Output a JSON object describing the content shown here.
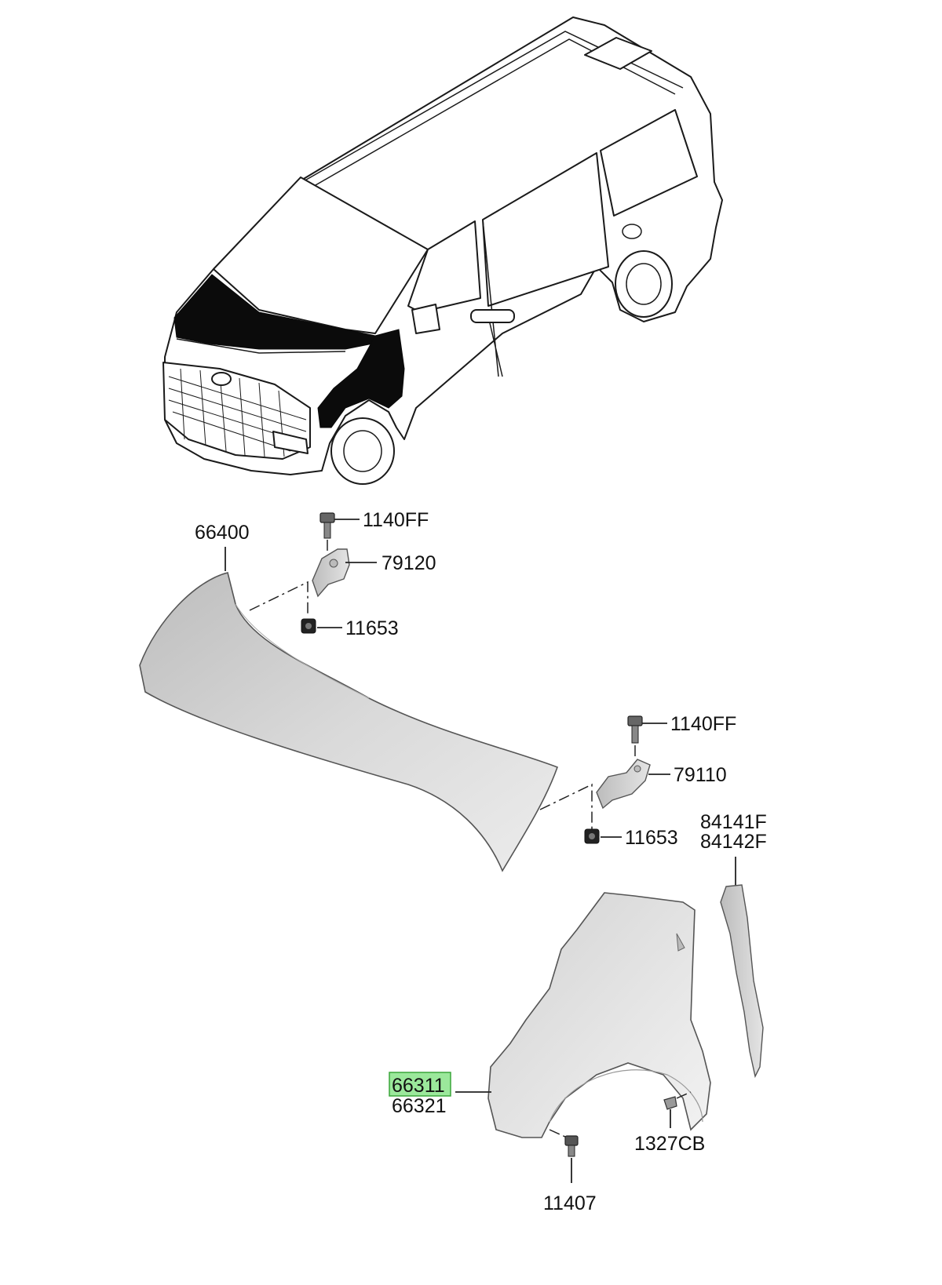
{
  "labels": {
    "hood": "66400",
    "bolt_top_left": "1140FF",
    "hinge_left": "79120",
    "nut_left": "11653",
    "bolt_top_right": "1140FF",
    "hinge_right": "79110",
    "nut_right": "11653",
    "insulator_a": "84141F",
    "insulator_b": "84142F",
    "fender_lh": "66311",
    "fender_rh": "66321",
    "clip": "1327CB",
    "bolt_bottom": "11407"
  },
  "highlight": {
    "part": "66311",
    "color": "#9be89b",
    "border": "#3aa63a"
  },
  "colors": {
    "part_fill": "#d6d6d6",
    "part_fill_light": "#e8e8e8",
    "ink": "#111111"
  }
}
